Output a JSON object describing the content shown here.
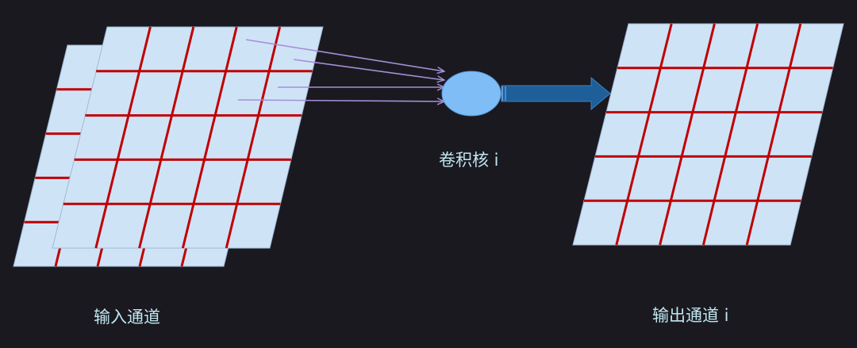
{
  "labels": {
    "kernel": "卷积核 i",
    "input_channels": "输入通道",
    "output_channel": "输出通道 i"
  },
  "grid": {
    "rows": 5,
    "cols": 5
  },
  "colors": {
    "background": "#1a1920",
    "cell_fill": "#cfe3f7",
    "grid_line": "#c00000",
    "kernel_fill": "#7fbdf6",
    "arrow_fill": "#1e5f99",
    "connector_line": "#a58fd6",
    "label_text": "#bfe6ef"
  }
}
